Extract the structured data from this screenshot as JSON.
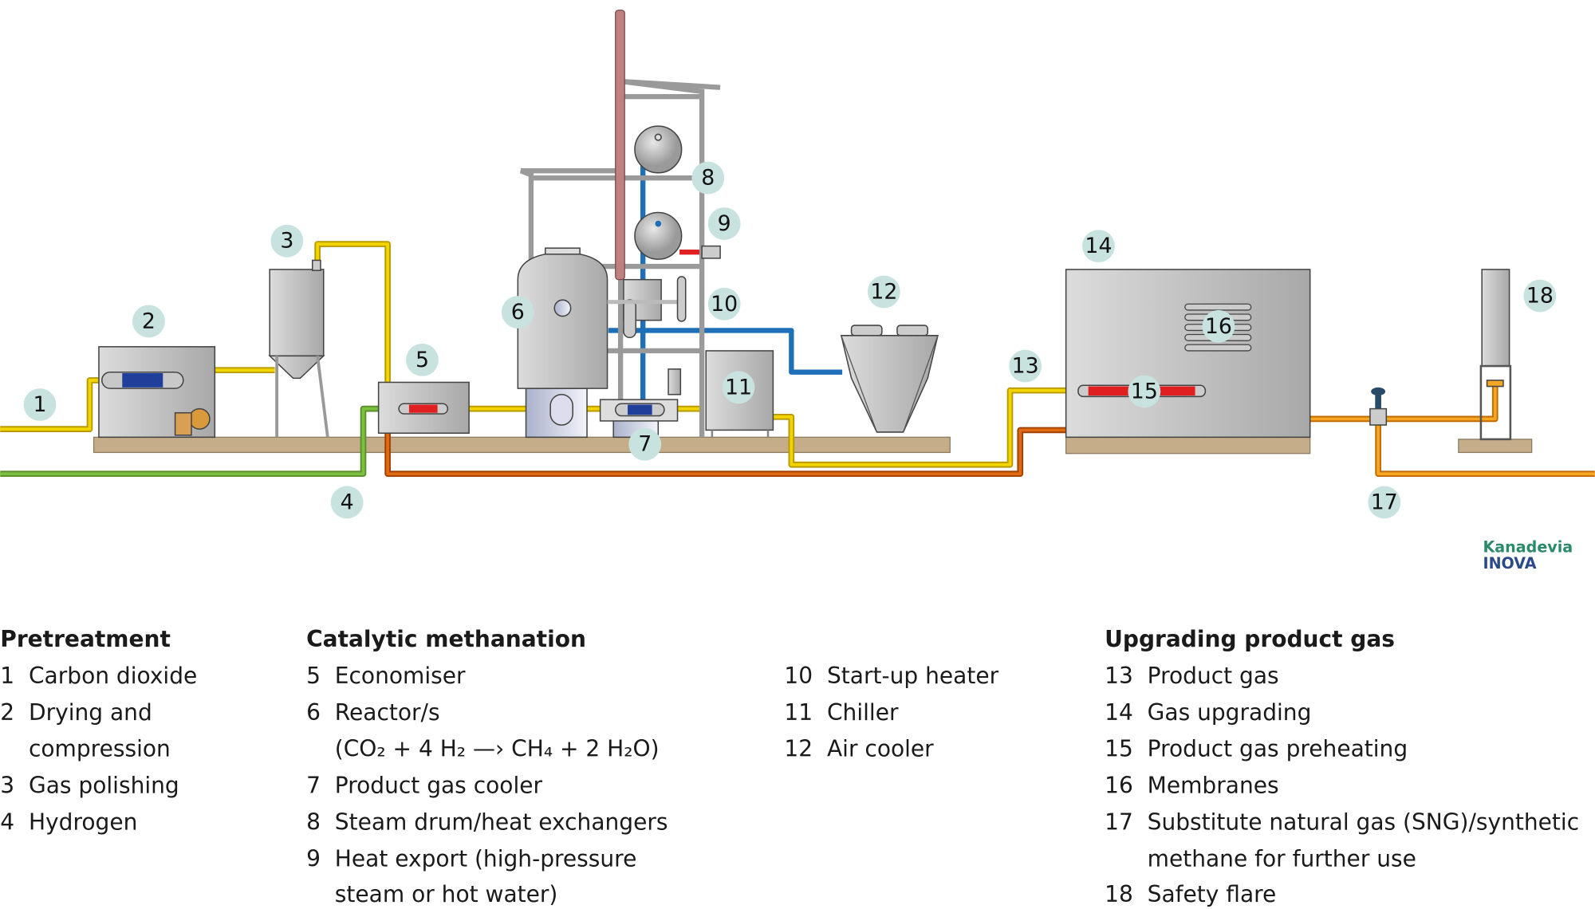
{
  "diagram": {
    "badges": [
      "1",
      "2",
      "3",
      "4",
      "5",
      "6",
      "7",
      "8",
      "9",
      "10",
      "11",
      "12",
      "13",
      "14",
      "15",
      "16",
      "17",
      "18"
    ],
    "colors": {
      "carbon_dioxide_pipe": "#e8c800",
      "hydrogen_pipe": "#6aa832",
      "product_gas_pipe": "#e06a10",
      "sng_pipe": "#f0a020",
      "water_steam_pipe": "#1f6fb8",
      "heat_export_pipe": "#e02020",
      "flare_pipe": "#c08080",
      "foundation": "#c4ad88",
      "badge": "#c8e2e0"
    }
  },
  "logo": {
    "line1": "Kanadevia",
    "line2": "INOVA"
  },
  "legend": {
    "pretreatment": {
      "heading": "Pretreatment",
      "items": [
        {
          "num": "1",
          "text": "Carbon dioxide"
        },
        {
          "num": "2",
          "text": "Drying and",
          "text2": "compression"
        },
        {
          "num": "3",
          "text": "Gas polishing"
        },
        {
          "num": "4",
          "text": "Hydrogen"
        }
      ]
    },
    "methanation": {
      "heading": "Catalytic methanation",
      "items": [
        {
          "num": "5",
          "text": "Economiser"
        },
        {
          "num": "6",
          "text": "Reactor/s",
          "text2": "(CO₂ + 4 H₂ —› CH₄ + 2 H₂O)"
        },
        {
          "num": "7",
          "text": "Product gas cooler"
        },
        {
          "num": "8",
          "text": "Steam drum/heat exchangers"
        },
        {
          "num": "9",
          "text": "Heat export (high-pressure",
          "text2": "steam or hot water)"
        },
        {
          "num": "10",
          "text": "Start-up heater"
        },
        {
          "num": "11",
          "text": "Chiller"
        },
        {
          "num": "12",
          "text": "Air cooler"
        }
      ]
    },
    "upgrading": {
      "heading": "Upgrading product gas",
      "items": [
        {
          "num": "13",
          "text": "Product gas"
        },
        {
          "num": "14",
          "text": "Gas upgrading"
        },
        {
          "num": "15",
          "text": "Product gas preheating"
        },
        {
          "num": "16",
          "text": "Membranes"
        },
        {
          "num": "17",
          "text": "Substitute natural gas (SNG)/synthetic",
          "text2": "methane for further use"
        },
        {
          "num": "18",
          "text": "Safety flare"
        }
      ]
    }
  }
}
